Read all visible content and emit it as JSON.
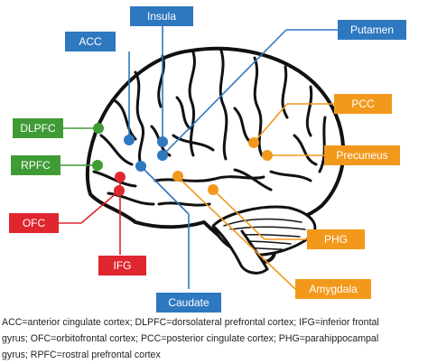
{
  "labels": {
    "insula": "Insula",
    "acc": "ACC",
    "putamen": "Putamen",
    "dlpfc": "DLPFC",
    "pcc": "PCC",
    "precuneus": "Precuneus",
    "rpfc": "RPFC",
    "ofc": "OFC",
    "phg": "PHG",
    "ifg": "IFG",
    "amygdala": "Amygdala",
    "caudate": "Caudate"
  },
  "caption": {
    "line1": "ACC=anterior cingulate cortex; DLPFC=dorsolateral prefrontal cortex; IFG=inferior frontal",
    "line2": "gyrus; OFC=orbitofrontal cortex; PCC=posterior cingulate cortex; PHG=parahippocampal",
    "line3": "gyrus; RPFC=rostral prefrontal cortex"
  },
  "colors": {
    "blue": "#2e78bf",
    "green": "#3f9c35",
    "red": "#e0262f",
    "orange": "#f2991c",
    "outline": "#111111"
  }
}
